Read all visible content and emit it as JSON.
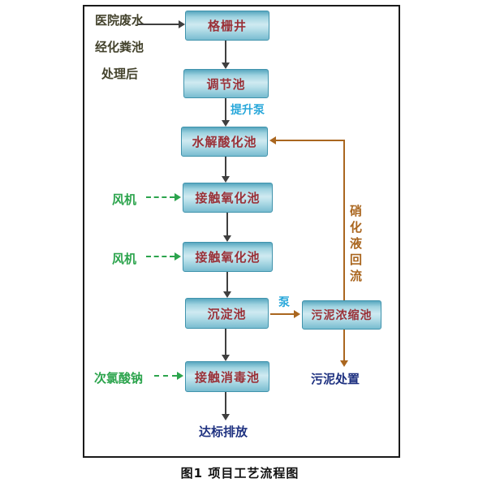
{
  "diagram": {
    "source": {
      "line1": "医院废水",
      "line2": "经化粪池",
      "line3": "处理后"
    },
    "nodes": [
      {
        "id": "grid-well",
        "label": "格栅井"
      },
      {
        "id": "regulating-tank",
        "label": "调节池"
      },
      {
        "id": "hydrolysis-acidification-tank",
        "label": "水解酸化池"
      },
      {
        "id": "contact-oxidation-tank-1",
        "label": "接触氧化池"
      },
      {
        "id": "contact-oxidation-tank-2",
        "label": "接触氧化池"
      },
      {
        "id": "sedimentation-tank",
        "label": "沉淀池"
      },
      {
        "id": "contact-disinfection-tank",
        "label": "接触消毒池"
      },
      {
        "id": "sludge-thickening-tank",
        "label": "污泥浓缩池"
      }
    ],
    "labels": {
      "lift_pump": "提升泵",
      "fan_1": "风机",
      "fan_2": "风机",
      "sodium_hypochlorite": "次氯酸钠",
      "pump": "泵",
      "nitrification_reflux": "硝化液回流",
      "sludge_disposal": "污泥处置",
      "standard_discharge": "达标排放"
    },
    "caption": "图1 项目工艺流程图"
  },
  "colors": {
    "box_border": "#4093ac",
    "box_text": "#9a3138",
    "arrow_gray": "#3f3f3f",
    "green": "#2ca44d",
    "cyan": "#28a7da",
    "brown": "#aa661f",
    "navy": "#1e3180",
    "source_text": "#44432d",
    "frame_border": "#1a1a1a",
    "caption_text": "#111111"
  }
}
